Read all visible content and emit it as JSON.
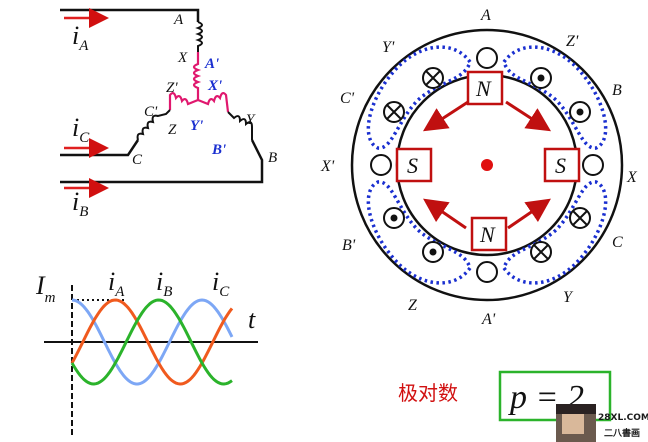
{
  "wiring": {
    "i_main": "i",
    "i_a_sub": "A",
    "i_c_sub": "C",
    "i_b_sub": "B",
    "terminal_a": "A",
    "terminal_b": "B",
    "terminal_c": "C",
    "x": "X",
    "y": "Y",
    "z": "Z",
    "a_prime": "A'",
    "x_prime": "X'",
    "z_prime": "Z'",
    "c_prime": "C'",
    "y_prime": "Y'",
    "b_prime": "B'"
  },
  "machine": {
    "slot_labels": {
      "top": "A",
      "top_left": "Y'",
      "top_right": "Z'",
      "upper_left": "C'",
      "upper_right": "B",
      "left": "X'",
      "right": "X",
      "lower_left": "B'",
      "lower_right": "C",
      "bottom_left": "Z",
      "bottom_right": "Y",
      "bottom": "A'"
    },
    "poles": {
      "top": "N",
      "left": "S",
      "right": "S",
      "bottom": "N"
    }
  },
  "waveform": {
    "y_label": "I",
    "y_label_sub": "m",
    "x_label": "t",
    "i_main": "i",
    "ia_sub": "A",
    "ib_sub": "B",
    "ic_sub": "C",
    "colors": {
      "ia": "#7da7f5",
      "ib": "#f05a1e",
      "ic": "#2bb32b"
    }
  },
  "caption": {
    "label": "极对数",
    "formula": "p = 2"
  },
  "watermark": {
    "site": "28XL.COM",
    "sub": "二八書画"
  }
}
